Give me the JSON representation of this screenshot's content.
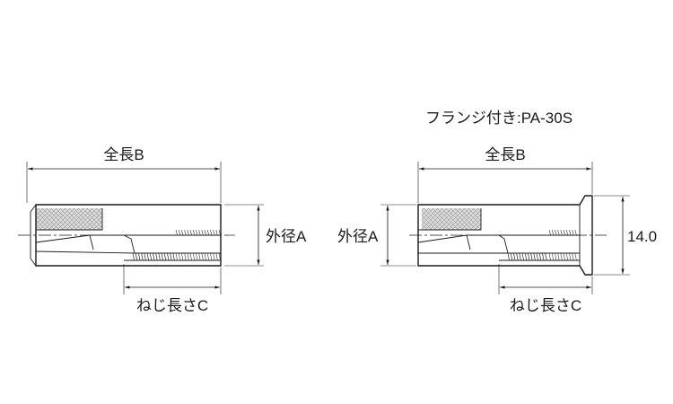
{
  "left_view": {
    "length_label": "全長B",
    "diameter_label": "外径A",
    "thread_label": "ねじ長さC"
  },
  "right_view": {
    "title": "フランジ付き:PA-30S",
    "length_label": "全長B",
    "diameter_label": "外径A",
    "thread_label": "ねじ長さC",
    "flange_height_label": "14.0"
  },
  "colors": {
    "line": "#1a1a1a",
    "knurl": "#c8c8c8"
  }
}
